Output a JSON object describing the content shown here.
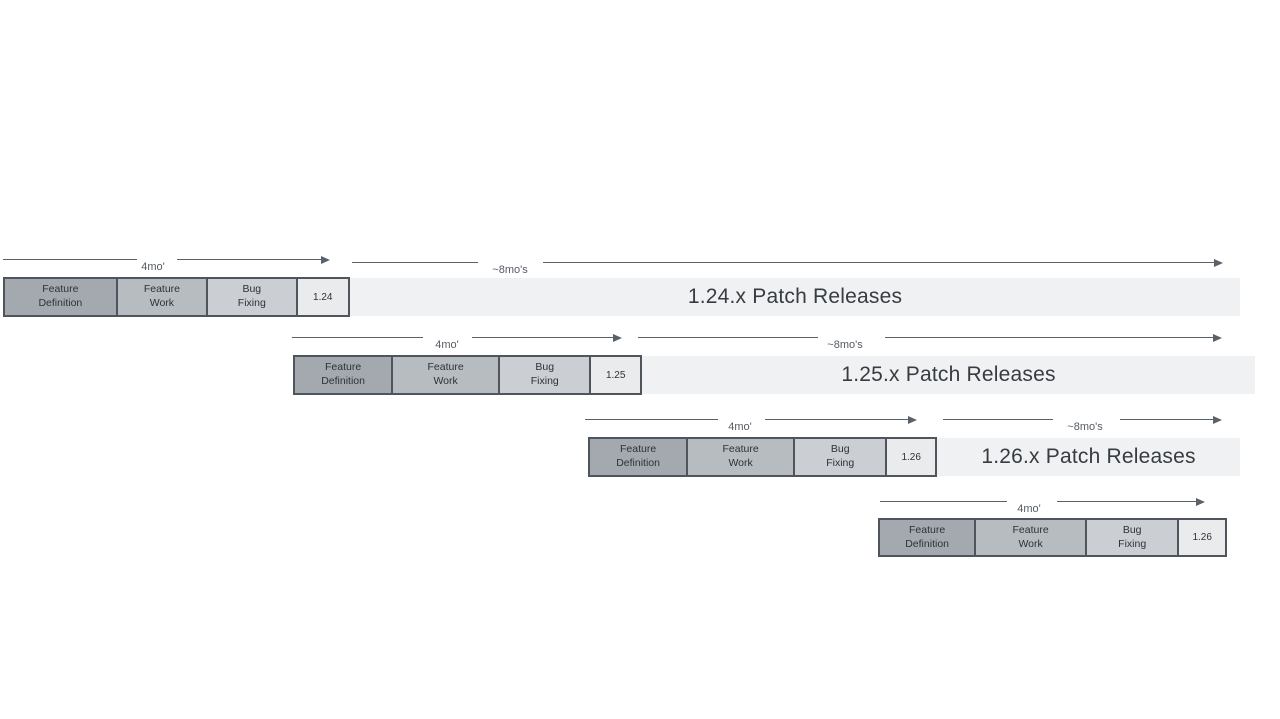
{
  "diagram": {
    "rows": [
      {
        "version_label": "1.24",
        "phases": [
          "Feature\nDefinition",
          "Feature\nWork",
          "Bug\nFixing"
        ],
        "dev_duration_label": "4mo'",
        "patch_duration_label": "~8mo's",
        "patch_bar_label": "1.24.x Patch Releases"
      },
      {
        "version_label": "1.25",
        "phases": [
          "Feature\nDefinition",
          "Feature\nWork",
          "Bug\nFixing"
        ],
        "dev_duration_label": "4mo'",
        "patch_duration_label": "~8mo's",
        "patch_bar_label": "1.25.x Patch Releases"
      },
      {
        "version_label": "1.26",
        "phases": [
          "Feature\nDefinition",
          "Feature\nWork",
          "Bug\nFixing"
        ],
        "dev_duration_label": "4mo'",
        "patch_duration_label": "~8mo's",
        "patch_bar_label": "1.26.x Patch Releases"
      },
      {
        "version_label": "1.26",
        "phases": [
          "Feature\nDefinition",
          "Feature\nWork",
          "Bug\nFixing"
        ],
        "dev_duration_label": "4mo'"
      }
    ]
  },
  "colors": {
    "feature_definition_fill": "#a3a9af",
    "feature_work_fill": "#b7bcc1",
    "bug_fixing_fill": "#cbcfd3",
    "version_fill": "#e9ebed",
    "patch_bar_fill": "#f0f1f2",
    "arrow": "#5b6168",
    "box_border": "#4f555c"
  }
}
